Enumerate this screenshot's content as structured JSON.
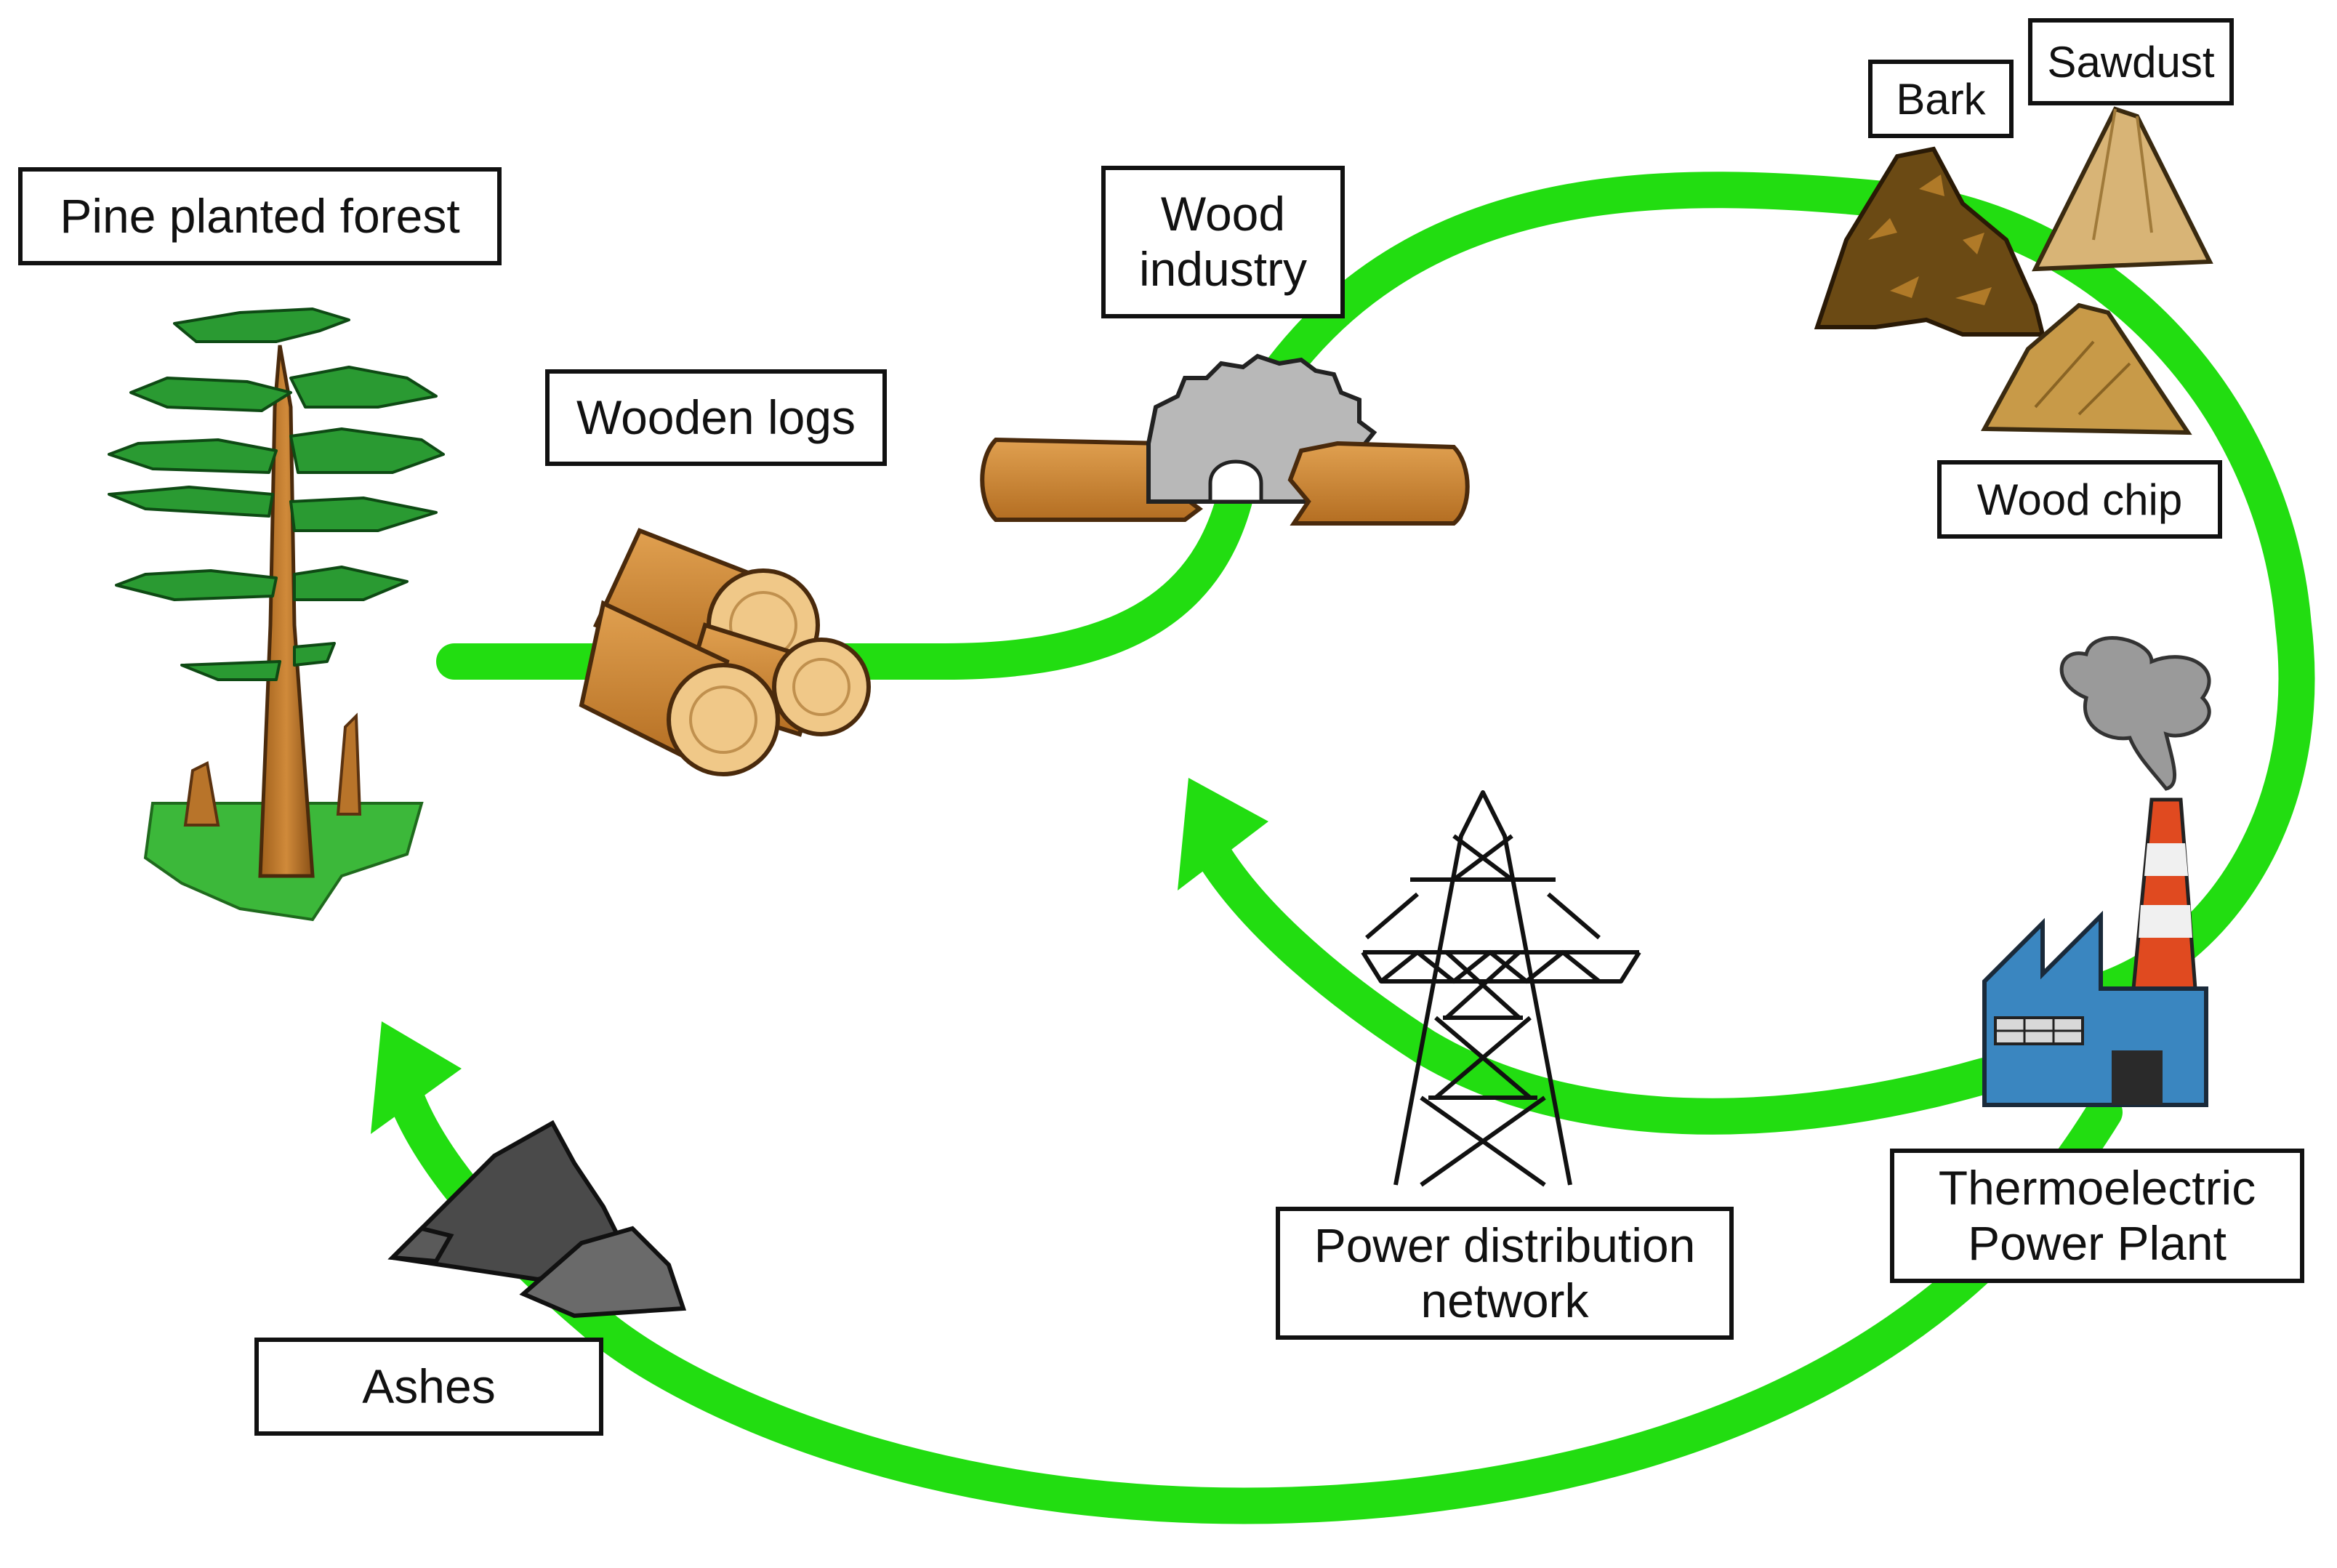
{
  "colors": {
    "flow_arrow": "#22dd11",
    "label_border": "#111111",
    "label_text": "#111111",
    "background": "#ffffff"
  },
  "labels": {
    "pine_forest": "Pine planted forest",
    "wooden_logs": "Wooden logs",
    "wood_industry": "Wood\nindustry",
    "bark": "Bark",
    "sawdust": "Sawdust",
    "wood_chip": "Wood chip",
    "power_plant": "Thermoelectric\nPower Plant",
    "power_network": "Power distribution\nnetwork",
    "ashes": "Ashes"
  },
  "icons": {
    "forest": "pine-tree-icon",
    "logs": "log-stack-icon",
    "sawmill": "circular-saw-icon",
    "bark": "bark-pile-icon",
    "sawdust": "sawdust-pile-icon",
    "wood_chip": "wood-chip-pile-icon",
    "power_plant": "factory-icon",
    "power_network": "transmission-tower-icon",
    "ashes": "ash-rock-icon"
  }
}
